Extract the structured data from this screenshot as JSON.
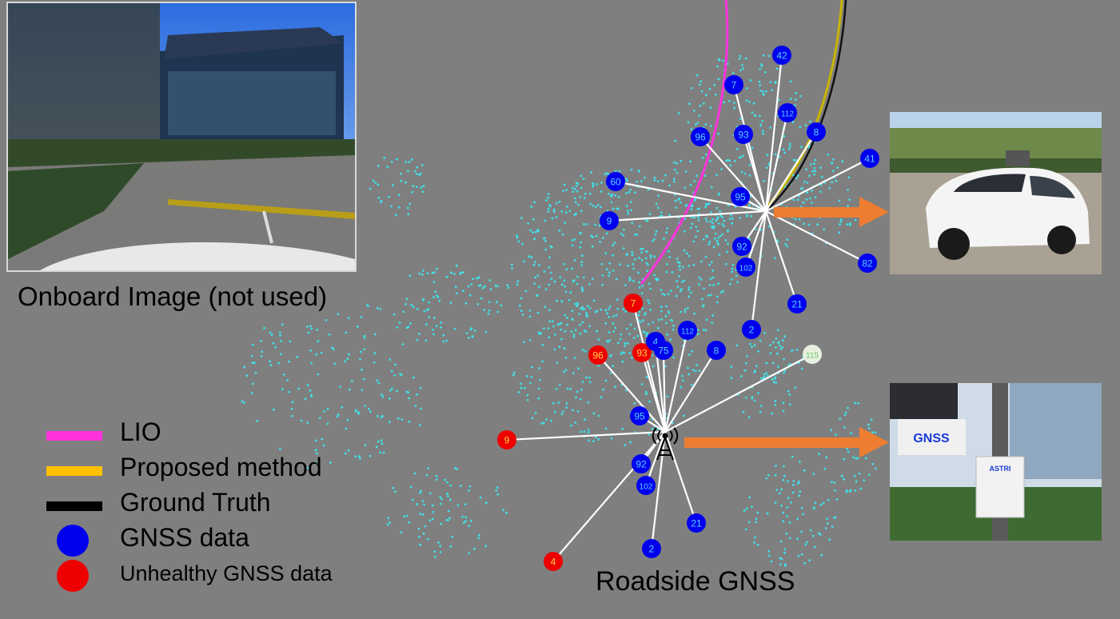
{
  "figure": {
    "onboard_caption": "Onboard Image (not used)",
    "roadside_caption": "Roadside GNSS"
  },
  "legend": {
    "items": [
      {
        "label": "LIO",
        "color": "#ff33dd",
        "kind": "line"
      },
      {
        "label": "Proposed method",
        "color": "#ffc000",
        "kind": "line"
      },
      {
        "label": "Ground Truth",
        "color": "#000000",
        "kind": "line"
      },
      {
        "label": "GNSS data",
        "color": "#0000ee",
        "kind": "dot"
      },
      {
        "label": "Unhealthy  GNSS data",
        "color": "#ee0000",
        "kind": "dot"
      }
    ]
  },
  "vehicle_satellites": [
    {
      "id": "42",
      "status": "healthy"
    },
    {
      "id": "7",
      "status": "healthy"
    },
    {
      "id": "112",
      "status": "healthy"
    },
    {
      "id": "8",
      "status": "healthy"
    },
    {
      "id": "96",
      "status": "healthy"
    },
    {
      "id": "93",
      "status": "healthy"
    },
    {
      "id": "41",
      "status": "healthy"
    },
    {
      "id": "60",
      "status": "healthy"
    },
    {
      "id": "95",
      "status": "healthy"
    },
    {
      "id": "9",
      "status": "healthy"
    },
    {
      "id": "92",
      "status": "healthy"
    },
    {
      "id": "102",
      "status": "healthy"
    },
    {
      "id": "82",
      "status": "healthy"
    },
    {
      "id": "21",
      "status": "healthy"
    },
    {
      "id": "2",
      "status": "healthy"
    }
  ],
  "roadside_satellites": [
    {
      "id": "7",
      "status": "unhealthy"
    },
    {
      "id": "96",
      "status": "unhealthy"
    },
    {
      "id": "93",
      "status": "unhealthy"
    },
    {
      "id": "4",
      "status": "healthy"
    },
    {
      "id": "75",
      "status": "healthy"
    },
    {
      "id": "112",
      "status": "healthy"
    },
    {
      "id": "8",
      "status": "healthy"
    },
    {
      "id": "115",
      "status": "faded"
    },
    {
      "id": "95",
      "status": "healthy"
    },
    {
      "id": "9",
      "status": "unhealthy"
    },
    {
      "id": "92",
      "status": "healthy"
    },
    {
      "id": "102",
      "status": "healthy"
    },
    {
      "id": "21",
      "status": "healthy"
    },
    {
      "id": "2",
      "status": "healthy"
    },
    {
      "id": "4",
      "status": "unhealthy"
    }
  ],
  "photos": {
    "station_label": "GNSS",
    "station_brand": "ASTRI"
  },
  "colors": {
    "background": "#7f7f7f",
    "point_cloud": "#40e0e8",
    "arrow": "#ed7d31",
    "healthy": "#0000ee",
    "unhealthy": "#ee0000",
    "sat_text": "#5ad0ff"
  }
}
